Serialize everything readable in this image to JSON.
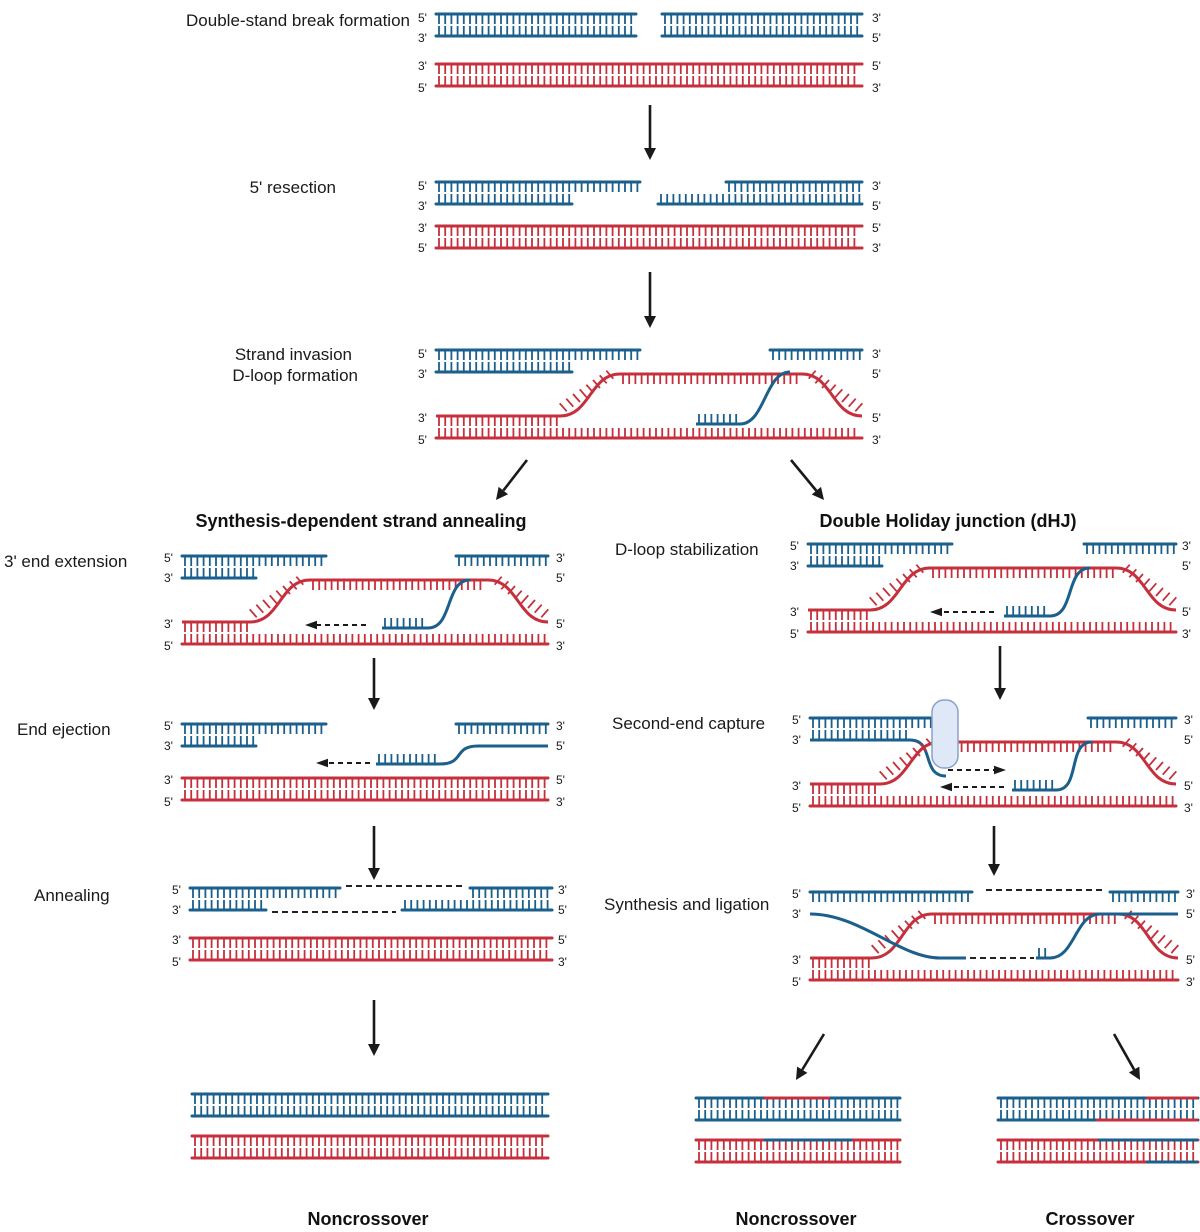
{
  "colors": {
    "blue": "#1b5f8c",
    "red": "#c4303c",
    "arrow": "#1a1a1a",
    "protein": "#dfe8f6",
    "protein_edge": "#8aa2c8"
  },
  "ends": {
    "five": "5'",
    "three": "3'"
  },
  "steps": {
    "dsb": "Double-stand break formation",
    "resection": "5' resection",
    "invasion_1": "Strand invasion",
    "invasion_2": "D-loop formation"
  },
  "sdsa": {
    "title": "Synthesis-dependent strand annealing",
    "extension": "3' end extension",
    "ejection": "End ejection",
    "annealing": "Annealing",
    "outcome": "Noncrossover"
  },
  "dhj": {
    "title": "Double Holiday junction (dHJ)",
    "stabilization": "D-loop stabilization",
    "capture": "Second-end capture",
    "synthesis": "Synthesis and ligation",
    "outcome_1": "Noncrossover",
    "outcome_2": "Crossover"
  }
}
